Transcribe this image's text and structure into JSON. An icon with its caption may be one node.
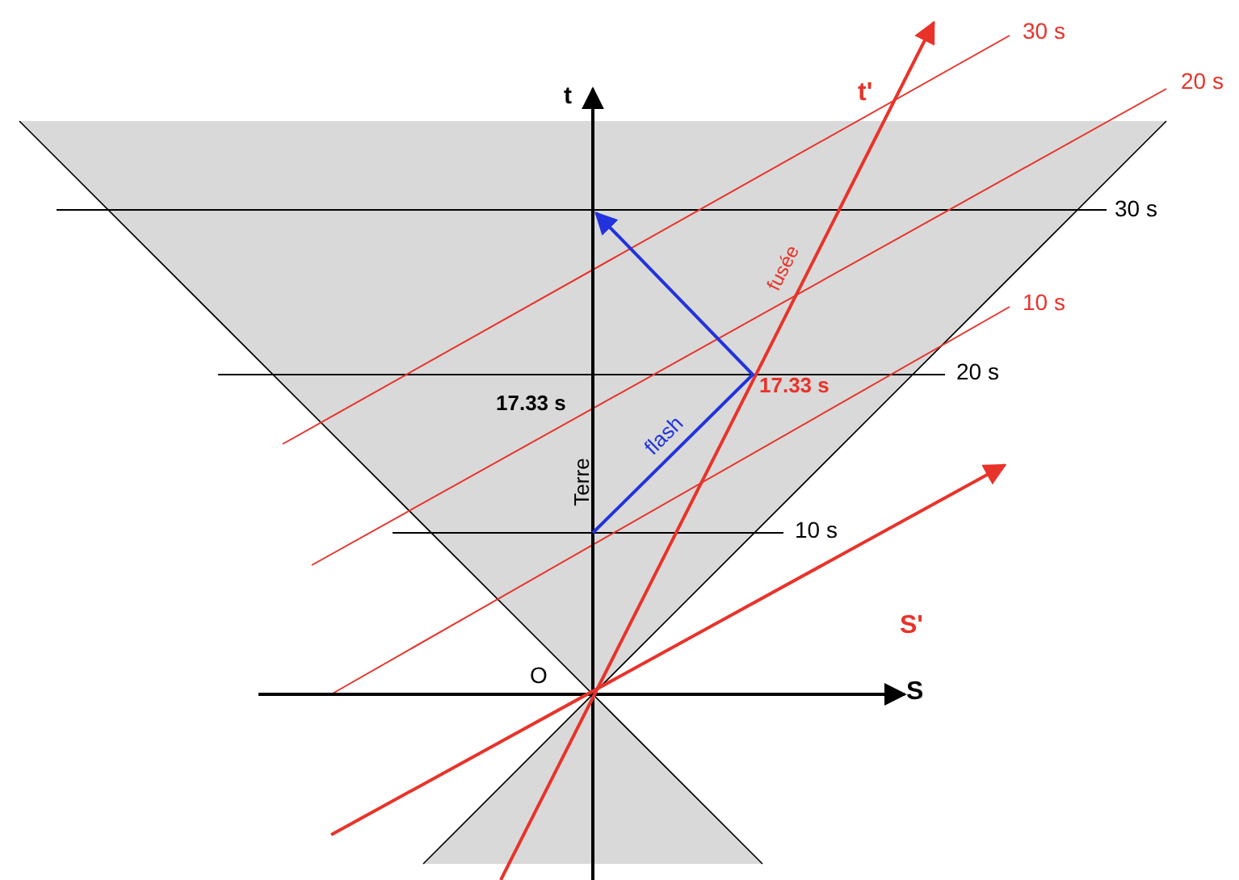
{
  "diagram": {
    "labels": [
      "t",
      "t'",
      "30 s",
      "20 s",
      "30 s",
      "fusée",
      "10 s",
      "17.33 s",
      "17.33 s",
      "20 s",
      "flash",
      "Terre",
      "10 s",
      "S'",
      "O",
      "S"
    ]
  }
}
